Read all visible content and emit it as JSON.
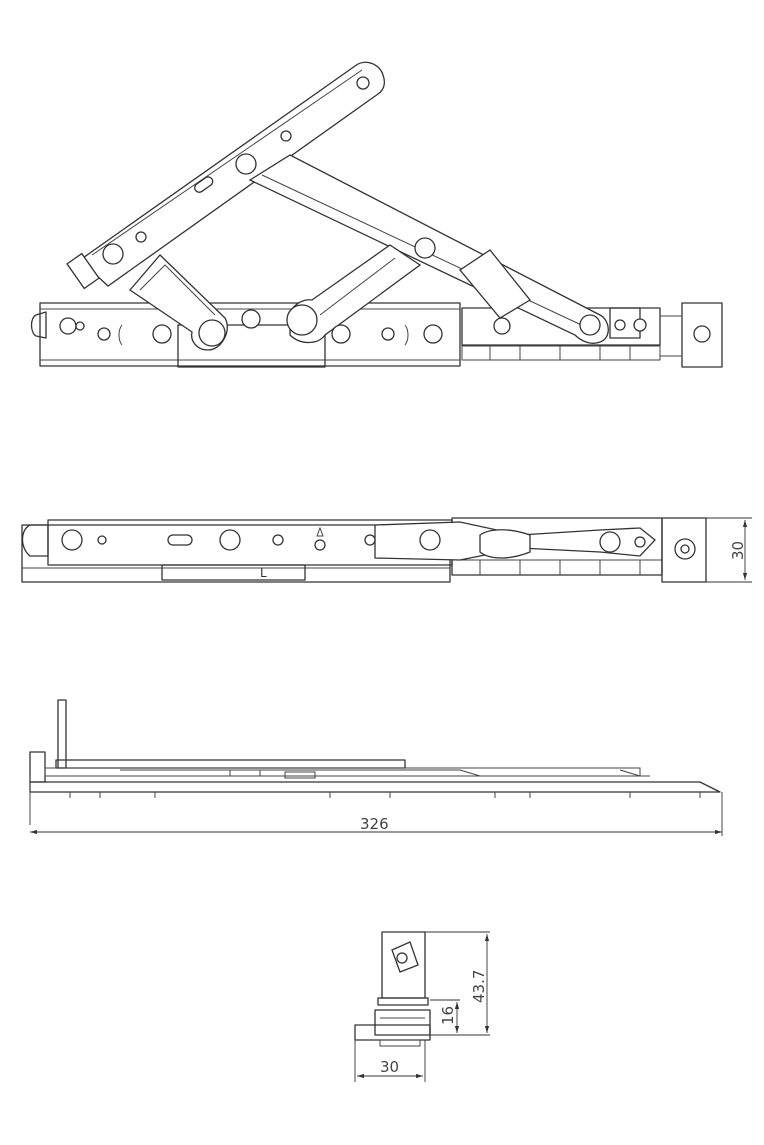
{
  "dimensions": {
    "length": "326",
    "height_side": "30",
    "stack_height": "43.7",
    "stack_partial": "16",
    "width_end": "30"
  },
  "part_label": "L"
}
